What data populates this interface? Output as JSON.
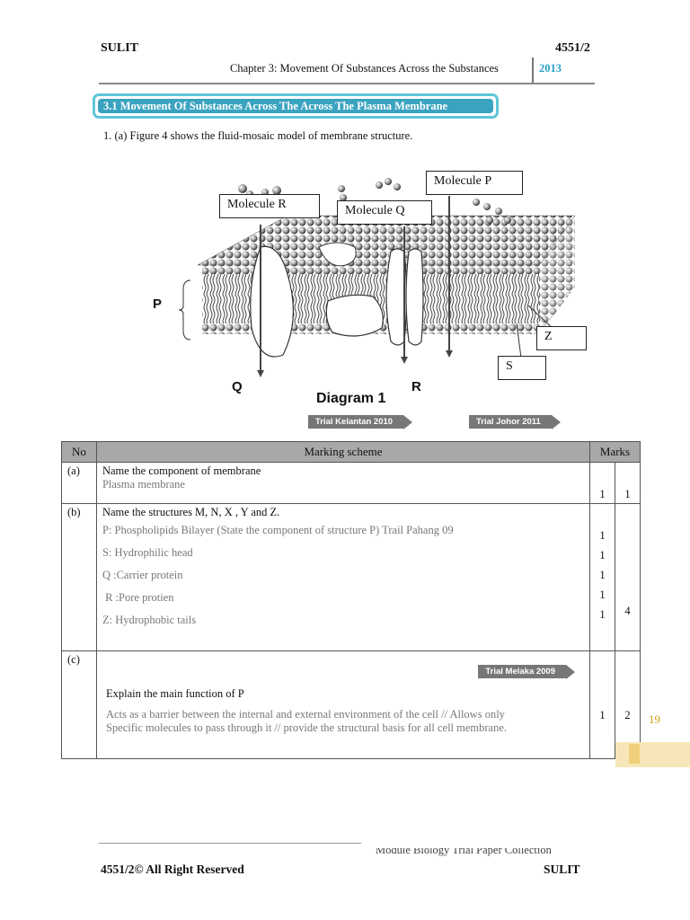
{
  "header": {
    "left": "SULIT",
    "right": "4551/2",
    "subtitle": "Chapter 3: Movement Of Substances Across the Substances",
    "year": "2013"
  },
  "section_title": "3.1 Movement Of Substances Across The Across The Plasma Membrane",
  "question_intro": "1. (a)  Figure 4 shows the fluid-mosaic model of membrane structure.",
  "diagram": {
    "labels": {
      "molecule_r": "Molecule R",
      "molecule_q": "Molecule Q",
      "molecule_p": "Molecule P",
      "z": "Z",
      "s": "S",
      "p": "P",
      "q": "Q",
      "r": "R"
    },
    "caption": "Diagram 1",
    "tags": [
      "Trial Kelantan 2010",
      "Trial  Johor 2011"
    ]
  },
  "table": {
    "headers": [
      "No",
      "Marking scheme",
      "Marks"
    ],
    "rows": [
      {
        "no": "(a)",
        "question": "Name the component of membrane",
        "answers": [
          "Plasma membrane"
        ],
        "marks_each": [
          "1"
        ],
        "marks_total": "1"
      },
      {
        "no": "(b)",
        "question": "Name the structures M, N,  X  , Y  and  Z.",
        "answers": [
          "P: Phospholipids Bilayer  (State the component of structure  P) Trail Pahang 09",
          "S: Hydrophilic head",
          "Q :Carrier protein",
          " R :Pore protien",
          "Z: Hydrophobic tails"
        ],
        "marks_each": [
          "1",
          "1",
          "1",
          "1",
          "1"
        ],
        "marks_total": "4"
      },
      {
        "no": "(c)",
        "tag": "Trial Melaka 2009",
        "question": "Explain the main function of P",
        "answers": [
          "Acts as a barrier between the internal and external environment of the cell // Allows only",
          "Specific molecules to pass through it // provide the structural basis for all cell membrane."
        ],
        "marks_each": [
          "1"
        ],
        "marks_total": "2"
      }
    ]
  },
  "page_number": "19",
  "footer": {
    "faint": "Module Biology Trial Paper Collection",
    "left": "4551/2© All Right Reserved",
    "right": "SULIT"
  }
}
